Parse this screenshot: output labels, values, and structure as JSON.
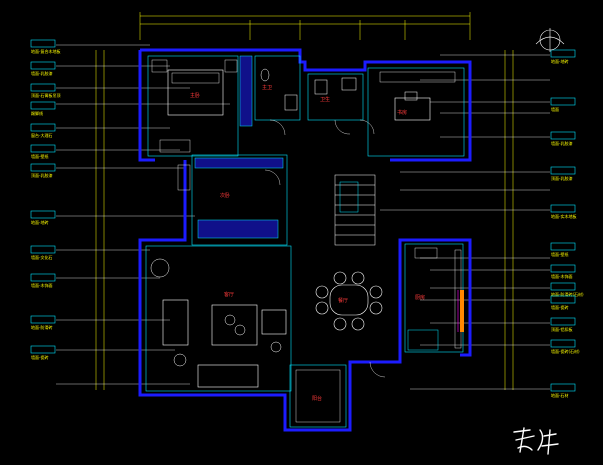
{
  "colors": {
    "background": "#000000",
    "wall_outer": "#1c1cff",
    "wall_fill": "#10108a",
    "inner_line": "#00e5ff",
    "furniture": "#ffffff",
    "dimension": "#ffff00",
    "leader": "#ffffff",
    "room_label": "#ff3b3b",
    "tag_border": "#00e5ff",
    "tag_text": "#ffff00",
    "accent": "#ff00ff",
    "orange": "#ff8800"
  },
  "icons": {
    "north_arrow": "north-arrow-icon",
    "signature": "signature-logo"
  },
  "rooms": {
    "master_bedroom": "主卧",
    "master_bath": "主卫",
    "bath2": "卫生",
    "study": "书房",
    "bedroom2": "次卧",
    "dining": "餐厅",
    "living": "客厅",
    "kitchen": "厨房",
    "balcony": "阳台"
  },
  "left_tags": [
    "地面-复合木地板",
    "墙面-乳胶漆",
    "顶面-石膏板吊顶",
    "踢脚线",
    "窗台-大理石",
    "墙面-壁纸",
    "顶面-乳胶漆",
    "地面-地砖",
    "墙面-文化石",
    "墙面-木饰面",
    "地面-防滑砖",
    "墙面-瓷砖"
  ],
  "right_tags": [
    "地面-地砖",
    "墙面",
    "墙面-乳胶漆",
    "顶面-乳胶漆",
    "地面-实木地板",
    "墙面-壁纸",
    "墙面-木饰面",
    "地面-防滑砖(石材)",
    "墙面-瓷砖",
    "顶面-铝扣板",
    "墙面-瓷砖(石材)",
    "地面-石材"
  ]
}
